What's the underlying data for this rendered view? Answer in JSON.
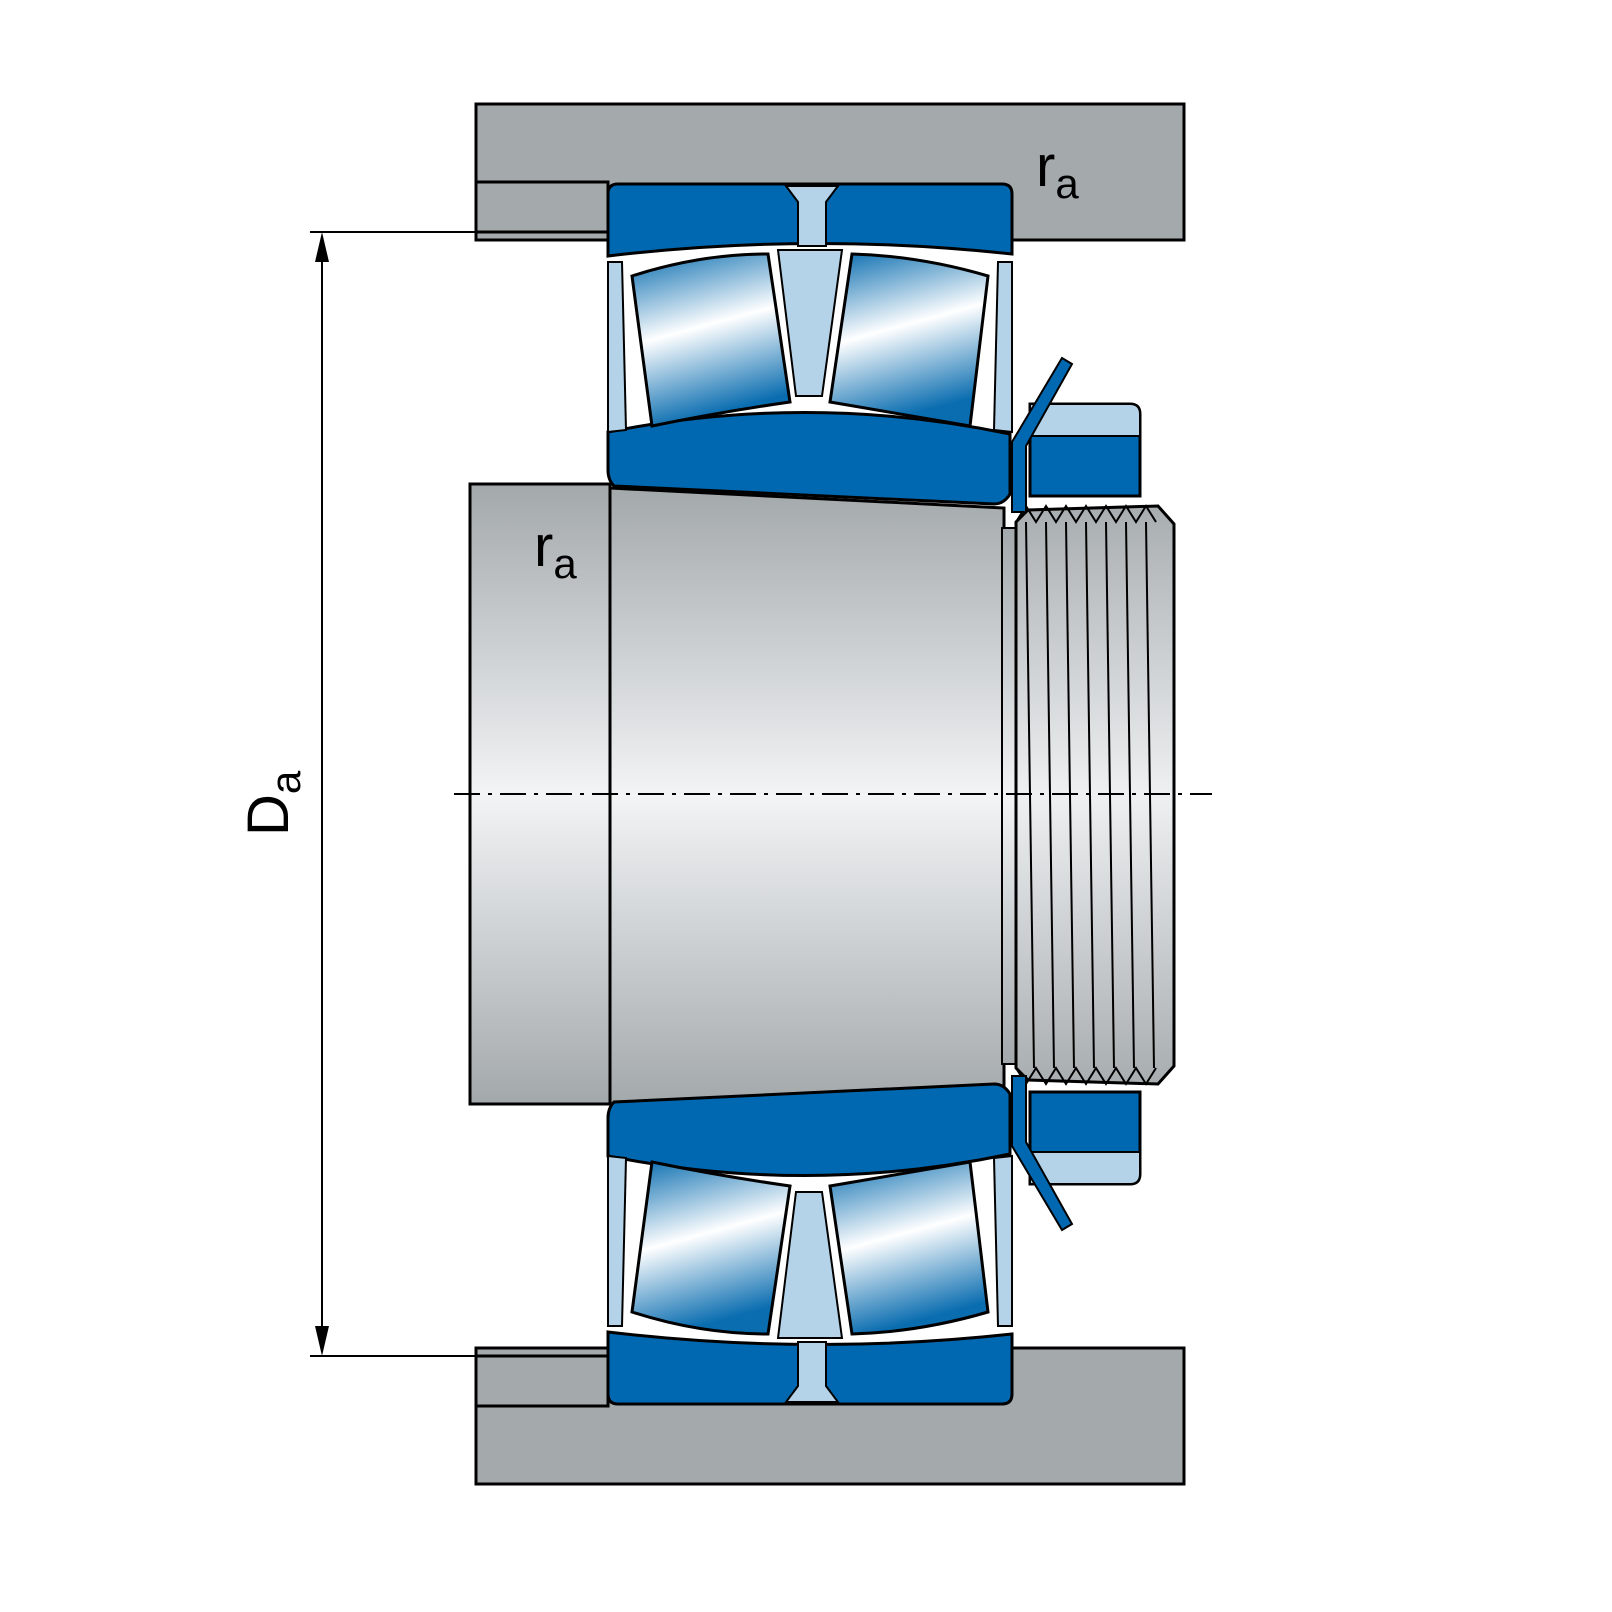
{
  "labels": {
    "outer_fillet": {
      "base": "r",
      "sub": "a"
    },
    "inner_fillet": {
      "base": "r",
      "sub": "a"
    },
    "abutment_diameter": {
      "base": "D",
      "sub": "a"
    }
  },
  "colors": {
    "housing": "#a4a9ac",
    "bearing_blue": "#0068b0",
    "light_blue": "#b5d3e8",
    "outline": "#000000",
    "background": "#ffffff"
  }
}
